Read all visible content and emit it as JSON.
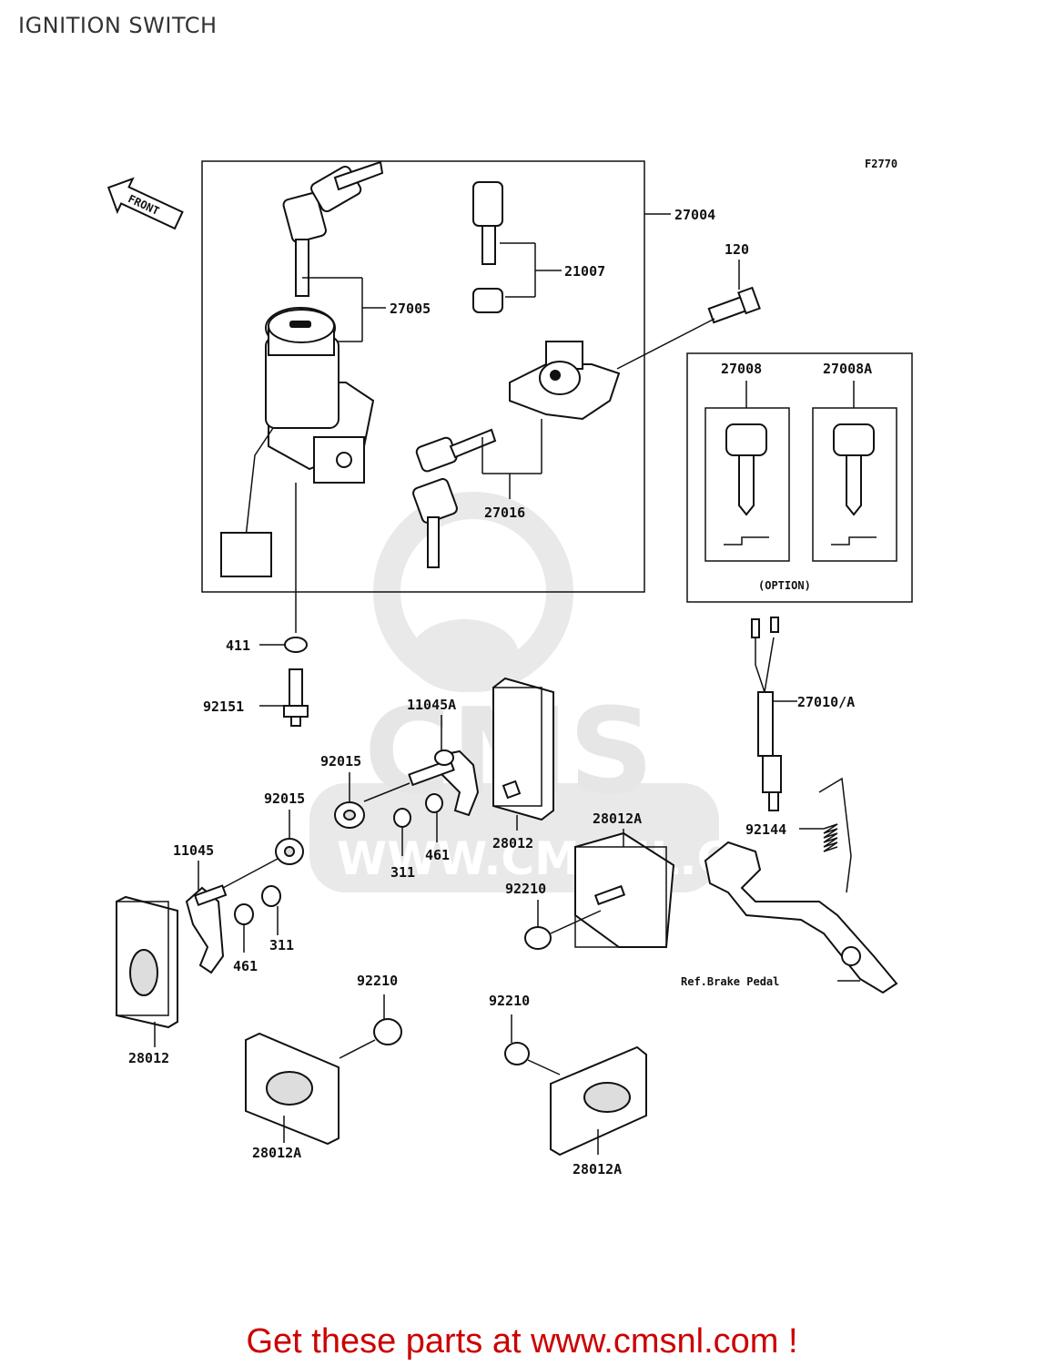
{
  "page": {
    "title": "IGNITION SWITCH"
  },
  "figure": {
    "code": "F2770",
    "front_label": "FRONT"
  },
  "watermark": {
    "logo_text": "CMS",
    "site_text": "WWW.CMSNL.COM"
  },
  "parts": {
    "p27004": "27004",
    "p27005": "27005",
    "p21007": "21007",
    "p120": "120",
    "p27016": "27016",
    "p27008": "27008",
    "p27008A": "27008A",
    "option": "(OPTION)",
    "p411": "411",
    "p92151": "92151",
    "p11045A": "11045A",
    "p92015a": "92015",
    "p92015b": "92015",
    "p461a": "461",
    "p311a": "311",
    "p28012a": "28012",
    "p28012Aa": "28012A",
    "p27010A": "27010/A",
    "p92144": "92144",
    "p92210a": "92210",
    "p11045": "11045",
    "p461b": "461",
    "p311b": "311",
    "p28012b": "28012",
    "p92210b": "92210",
    "p92210c": "92210",
    "p28012Ab": "28012A",
    "p28012Ac": "28012A",
    "brake_ref": "Ref.Brake Pedal"
  },
  "footer": {
    "cta": "Get these parts at www.cmsnl.com !"
  },
  "colors": {
    "footer": "#cc0000",
    "line": "#111111",
    "watermark": "#e6e6e6"
  }
}
